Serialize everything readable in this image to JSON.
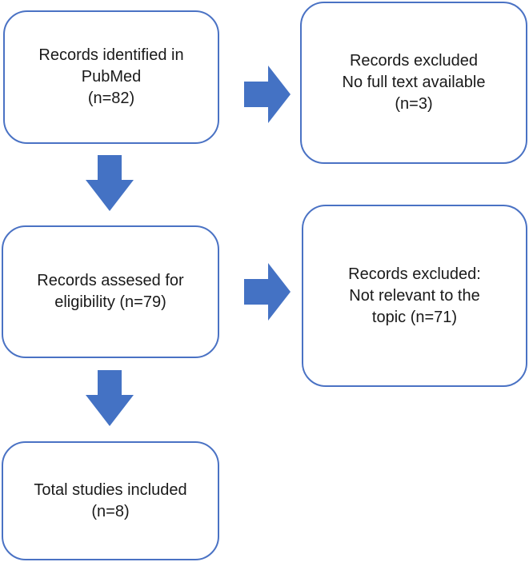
{
  "boxes": {
    "identified": {
      "lines": [
        "Records identified in",
        "PubMed",
        "(n=82)"
      ]
    },
    "excluded_fulltext": {
      "lines": [
        "Records excluded",
        "No full text available",
        "(n=3)"
      ]
    },
    "assessed": {
      "lines": [
        "Records assesed for",
        "eligibility (n=79)"
      ]
    },
    "excluded_topic": {
      "lines": [
        "Records excluded:",
        "Not relevant to the",
        "topic (n=71)"
      ]
    },
    "included": {
      "lines": [
        "Total studies included",
        "(n=8)"
      ]
    }
  },
  "colors": {
    "box_border": "#4a72c4",
    "arrow_fill": "#4472c4",
    "text": "#1a1a1a"
  }
}
